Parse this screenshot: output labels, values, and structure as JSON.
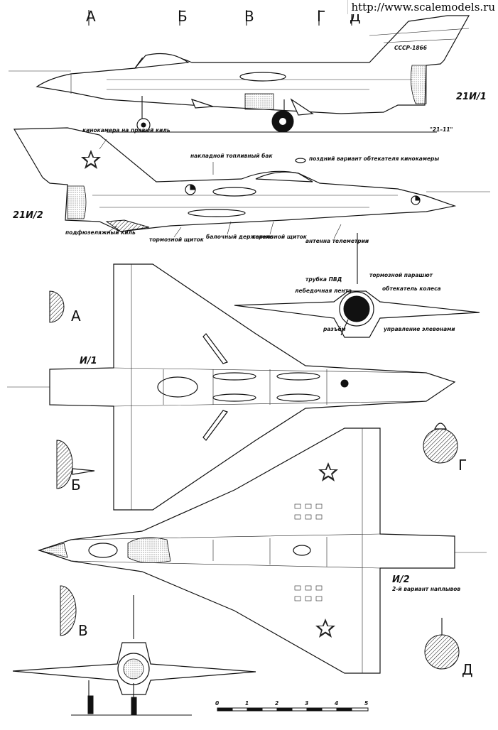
{
  "watermark": "http://www.scalemodels.ru",
  "section_markers": [
    "А",
    "Б",
    "В",
    "Г",
    "Д"
  ],
  "variants": {
    "top_side": "21И/1",
    "designation": "\"21–11\"",
    "second_side": "21И/2",
    "plan_top": "И/1",
    "plan_bottom": "И/2",
    "plan_bottom_note": "2-й вариант наплывов"
  },
  "callouts": {
    "camera": "кинокамера на правый киль",
    "tank": "накладной топливный бак",
    "camera_fairing": "поздний вариант обтекателя кинокамеры",
    "ventral_fin": "подфюзеляжный киль",
    "brake_flap_1": "тормозной щиток",
    "pylon": "балочный держатель",
    "brake_flap_2": "тормозной щиток",
    "antenna": "антенна телеметрии",
    "pitot": "трубка ПВД",
    "chute": "тормозной парашют",
    "wheel_fairing": "обтекатель колеса",
    "winch_tape": "лебедочная лента",
    "connector": "разъём",
    "elevon": "управление элевонами"
  },
  "sections": {
    "a": "А",
    "b": "Б",
    "v": "В",
    "g": "Г",
    "d": "Д"
  },
  "scale": {
    "ticks": [
      "0",
      "1",
      "2",
      "3",
      "4",
      "5"
    ]
  },
  "markings": {
    "code": "СССР-1866"
  }
}
